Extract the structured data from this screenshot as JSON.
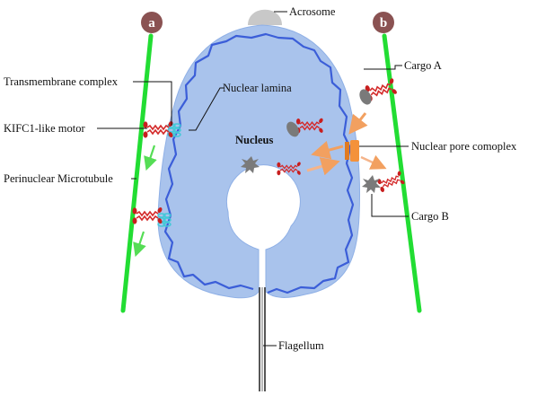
{
  "panels": {
    "left": "a",
    "right": "b"
  },
  "labels": {
    "acrosome": "Acrosome",
    "nuclear_lamina": "Nuclear lamina",
    "transmembrane_complex": "Transmembrane complex",
    "kifc1_motor": "KIFC1-like motor",
    "perinuclear_microtubule": "Perinuclear Microtubule",
    "nucleus": "Nucleus",
    "cargo_a": "Cargo A",
    "nuclear_pore_complex": "Nuclear pore comoplex",
    "cargo_b": "Cargo B",
    "flagellum": "Flagellum"
  },
  "colors": {
    "nucleus_fill": "#a9c3ec",
    "lamina": "#3b5ed8",
    "microtubule": "#22dd33",
    "badge": "#8a5252",
    "motor_red": "#d42a2a",
    "transmembrane_cyan": "#43c8d8",
    "pore_orange": "#f4923a",
    "arrow_orange": "#f2a060",
    "arrow_green": "#55dd55",
    "cargo_grey": "#7a7a7a",
    "acrosome_grey": "#c8c8c8"
  }
}
